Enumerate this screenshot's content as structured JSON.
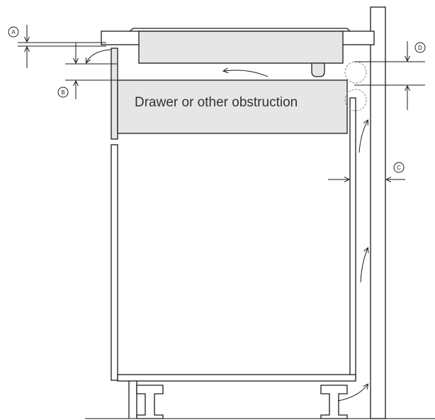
{
  "diagram": {
    "drawer_label": "Drawer or other obstruction",
    "markers": {
      "a": "A",
      "b": "B",
      "c": "C",
      "d": "D"
    }
  },
  "colors": {
    "line": "#1a1a1a",
    "appliance_fill": "#e6e6e6",
    "drawer_fill": "#e6e6e6",
    "dashed_circle": "#8a8a8a"
  }
}
